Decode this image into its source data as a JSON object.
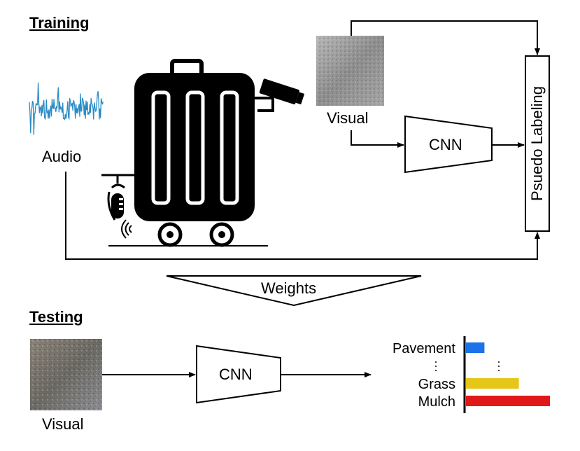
{
  "training": {
    "title": "Training",
    "audio_label": "Audio",
    "visual_label": "Visual",
    "cnn_label": "CNN",
    "pseudo_label": "Psuedo Labeling"
  },
  "weights_label": "Weights",
  "testing": {
    "title": "Testing",
    "visual_label": "Visual",
    "cnn_label": "CNN"
  },
  "chart_data": {
    "type": "bar",
    "orientation": "horizontal",
    "categories": [
      "Pavement",
      "Grass",
      "Mulch"
    ],
    "values": [
      0.22,
      0.63,
      1.0
    ],
    "colors": [
      "#1a73e8",
      "#e6c619",
      "#e01818"
    ],
    "ellipsis_between": [
      "Pavement",
      "Grass"
    ]
  },
  "colors": {
    "audio_wave": "#2b8cc4",
    "robot_body": "#000000",
    "pavement_bar": "#1a73e8",
    "grass_bar": "#e6c619",
    "mulch_bar": "#e01818"
  },
  "icons": {
    "robot": "suitcase-robot-icon",
    "camera": "camera-icon",
    "microphone": "microphone-icon",
    "sound_waves": "sound-waves-icon"
  }
}
